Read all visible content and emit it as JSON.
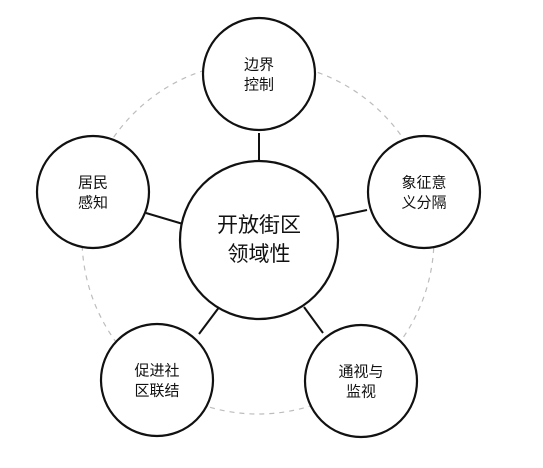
{
  "diagram": {
    "center": {
      "lines": [
        "开放街区",
        "领域性"
      ]
    },
    "nodes": [
      {
        "id": "top",
        "lines": [
          "边界",
          "控制"
        ]
      },
      {
        "id": "right",
        "lines": [
          "象征意",
          "义分隔"
        ]
      },
      {
        "id": "bottom-right",
        "lines": [
          "通视与",
          "监视"
        ]
      },
      {
        "id": "bottom-left",
        "lines": [
          "促进社",
          "区联结"
        ]
      },
      {
        "id": "left",
        "lines": [
          "居民",
          "感知"
        ]
      }
    ],
    "colors": {
      "stroke": "#111111",
      "dashed_ring": "#bdbdbd",
      "fill": "#ffffff",
      "text": "#111111"
    }
  }
}
